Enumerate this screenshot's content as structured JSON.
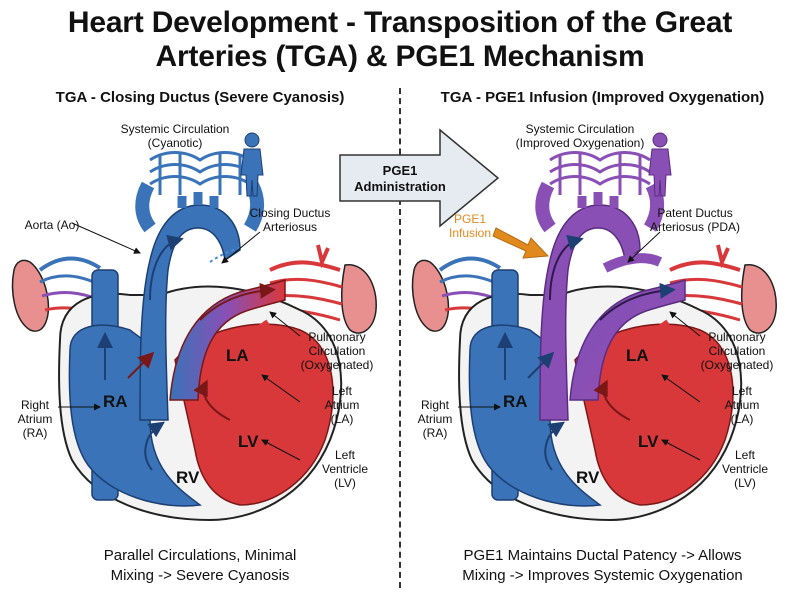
{
  "title_line1": "Heart Development - Transposition of the Great",
  "title_line2": "Arteries (TGA) & PGE1 Mechanism",
  "left_panel": {
    "title": "TGA - Closing Ductus (Severe Cyanosis)",
    "systemic_1": "Systemic Circulation",
    "systemic_2": "(Cyanotic)",
    "aorta": "Aorta (Ao)",
    "ductus_1": "Closing Ductus",
    "ductus_2": "Arteriosus",
    "pulm_1": "Pulmonary",
    "pulm_2": "Circulation",
    "pulm_3": "(Oxygenated)",
    "la_1": "Left",
    "la_2": "Atrium",
    "la_3": "(LA)",
    "lv_1": "Left",
    "lv_2": "Ventricle",
    "lv_3": "(LV)",
    "ra_1": "Right",
    "ra_2": "Atrium",
    "ra_3": "(RA)",
    "caption_1": "Parallel Circulations, Minimal",
    "caption_2": "Mixing -> Severe Cyanosis"
  },
  "right_panel": {
    "title": "TGA - PGE1 Infusion (Improved Oxygenation)",
    "systemic_1": "Systemic Circulation",
    "systemic_2": "(Improved Oxygenation)",
    "infusion_1": "PGE1",
    "infusion_2": "Infusion",
    "ductus_1": "Patent Ductus",
    "ductus_2": "Arteriosus (PDA)",
    "pulm_1": "Pulmonary",
    "pulm_2": "Circulation",
    "pulm_3": "(Oxygenated)",
    "la_1": "Left",
    "la_2": "Atrium",
    "la_3": "(LA)",
    "lv_1": "Left",
    "lv_2": "Ventricle",
    "lv_3": "(LV)",
    "ra_1": "Right",
    "ra_2": "Atrium",
    "ra_3": "(RA)",
    "caption_1": "PGE1 Maintains Ductal Patency -> Allows",
    "caption_2": "Mixing -> Improves Systemic Oxygenation"
  },
  "chambers": {
    "ra": "RA",
    "rv": "RV",
    "la": "LA",
    "lv": "LV"
  },
  "center_arrow": {
    "line1": "PGE1",
    "line2": "Administration"
  },
  "colors": {
    "deoxygenated": "#3a73b8",
    "oxygenated": "#d9383a",
    "mixed": "#8a4fb5",
    "lung": "#e8908f",
    "infusion": "#e08a1e"
  }
}
